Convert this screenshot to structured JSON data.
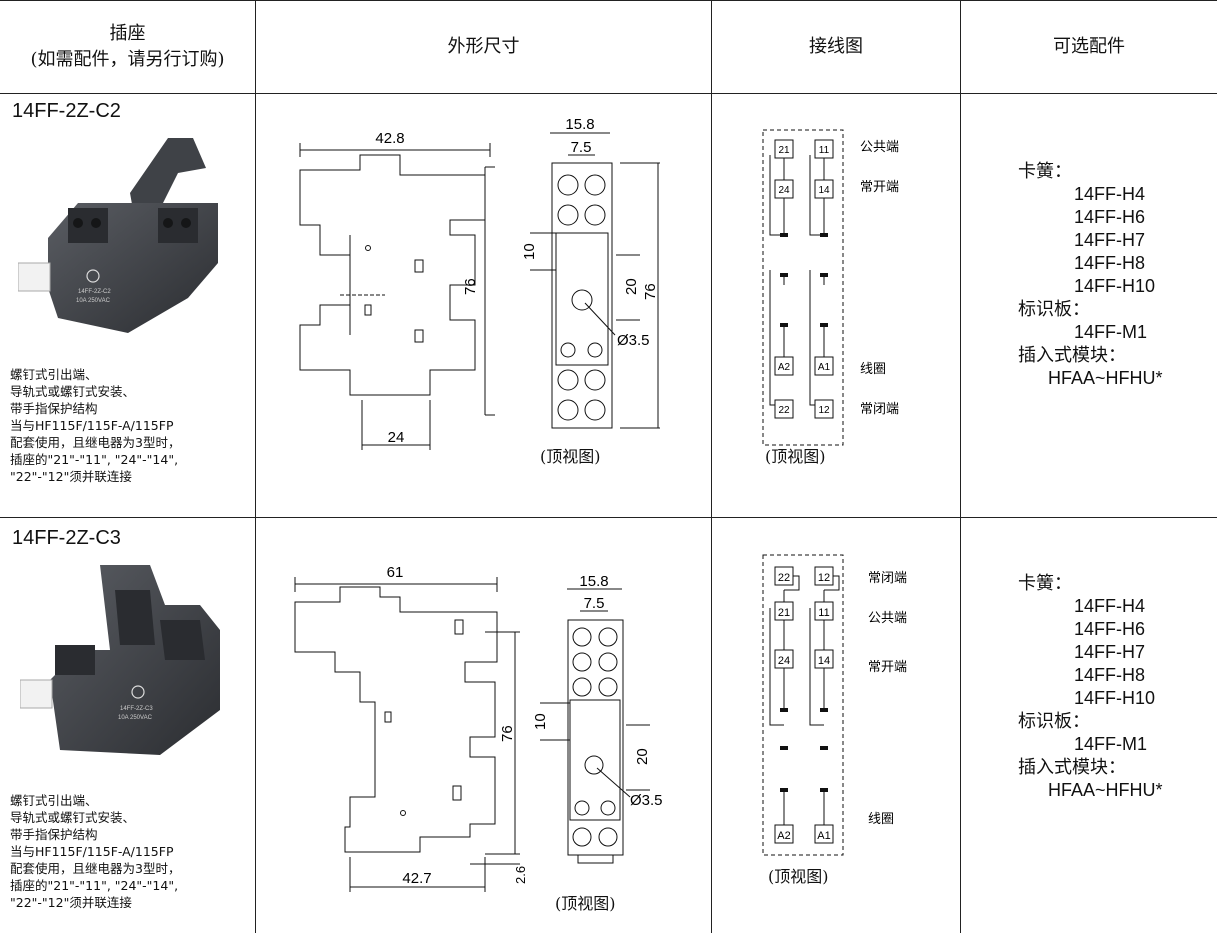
{
  "header": {
    "col1_line1": "插座",
    "col1_line2": "(如需配件，请另行订购)",
    "col2": "外形尺寸",
    "col3": "接线图",
    "col4": "可选配件"
  },
  "rows": [
    {
      "model": "14FF-2Z-C2",
      "photo_text": [
        "14FF-2Z-C2",
        "10A 250VAC"
      ],
      "notes": [
        "螺钉式引出端、",
        "导轨式或螺钉式安装、",
        "带手指保护结构",
        "当与HF115F/115F-A/115FP",
        "配套使用，且继电器为3型时，",
        "插座的\"21\"-\"11\", \"24\"-\"14\",",
        "\"22\"-\"12\"须并联连接"
      ],
      "dims": {
        "top_width": "42.8",
        "bottom_width": "24",
        "height": "76",
        "tv_width": "15.8",
        "tv_pitch": "7.5",
        "tv_left": "10",
        "tv_mid": "20",
        "tv_height": "76",
        "hole": "Ø3.5",
        "caption": "(顶视图)"
      },
      "wiring": {
        "terminals": [
          "21",
          "11",
          "24",
          "14",
          "A2",
          "A1",
          "22",
          "12"
        ],
        "labels": [
          "公共端",
          "常开端",
          "线圈",
          "常闭端"
        ],
        "caption": "(顶视图)"
      },
      "accessories": {
        "spring_label": "卡簧：",
        "springs": [
          "14FF-H4",
          "14FF-H6",
          "14FF-H7",
          "14FF-H8",
          "14FF-H10"
        ],
        "marker_label": "标识板：",
        "marker": "14FF-M1",
        "module_label": "插入式模块：",
        "module": "HFAA~HFHU*"
      }
    },
    {
      "model": "14FF-2Z-C3",
      "photo_text": [
        "14FF-2Z-C3",
        "10A 250VAC"
      ],
      "notes": [
        "螺钉式引出端、",
        "导轨式或螺钉式安装、",
        "带手指保护结构",
        "当与HF115F/115F-A/115FP",
        "配套使用，且继电器为3型时，",
        "插座的\"21\"-\"11\", \"24\"-\"14\",",
        " \"22\"-\"12\"须并联连接"
      ],
      "dims": {
        "top_width": "61",
        "bottom_width": "42.7",
        "height": "76",
        "offset": "2.6",
        "tv_width": "15.8",
        "tv_pitch": "7.5",
        "tv_left": "10",
        "tv_mid": "20",
        "hole": "Ø3.5",
        "caption": "(顶视图)"
      },
      "wiring": {
        "terminals": [
          "22",
          "12",
          "21",
          "11",
          "24",
          "14",
          "A2",
          "A1"
        ],
        "labels": [
          "常闭端",
          "公共端",
          "常开端",
          "线圈"
        ],
        "caption": "(顶视图)"
      },
      "accessories": {
        "spring_label": "卡簧：",
        "springs": [
          "14FF-H4",
          "14FF-H6",
          "14FF-H7",
          "14FF-H8",
          "14FF-H10"
        ],
        "marker_label": "标识板：",
        "marker": "14FF-M1",
        "module_label": "插入式模块：",
        "module": "HFAA~HFHU*"
      }
    }
  ]
}
